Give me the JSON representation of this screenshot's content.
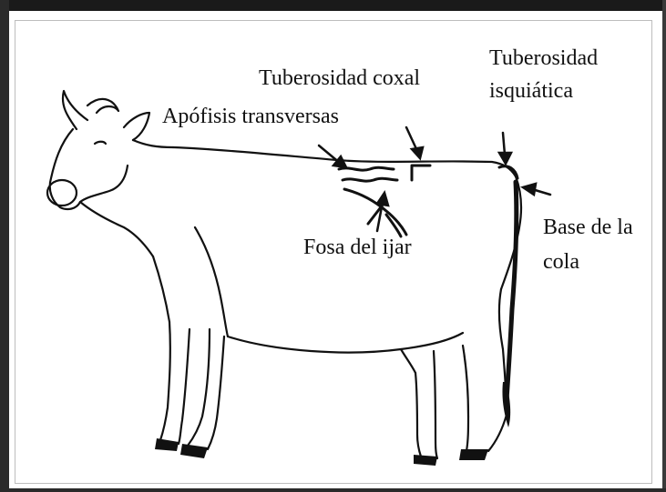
{
  "labels": {
    "tuberosidad_coxal": "Tuberosidad coxal",
    "tuberosidad_isquiatica_line1": "Tuberosidad",
    "tuberosidad_isquiatica_line2": "isquiática",
    "apofisis_transversas": "Apófisis transversas",
    "fosa_del_ijar": "Fosa del ijar",
    "base_de_la_cola_line1": "Base de la",
    "base_de_la_cola_line2": "cola"
  }
}
